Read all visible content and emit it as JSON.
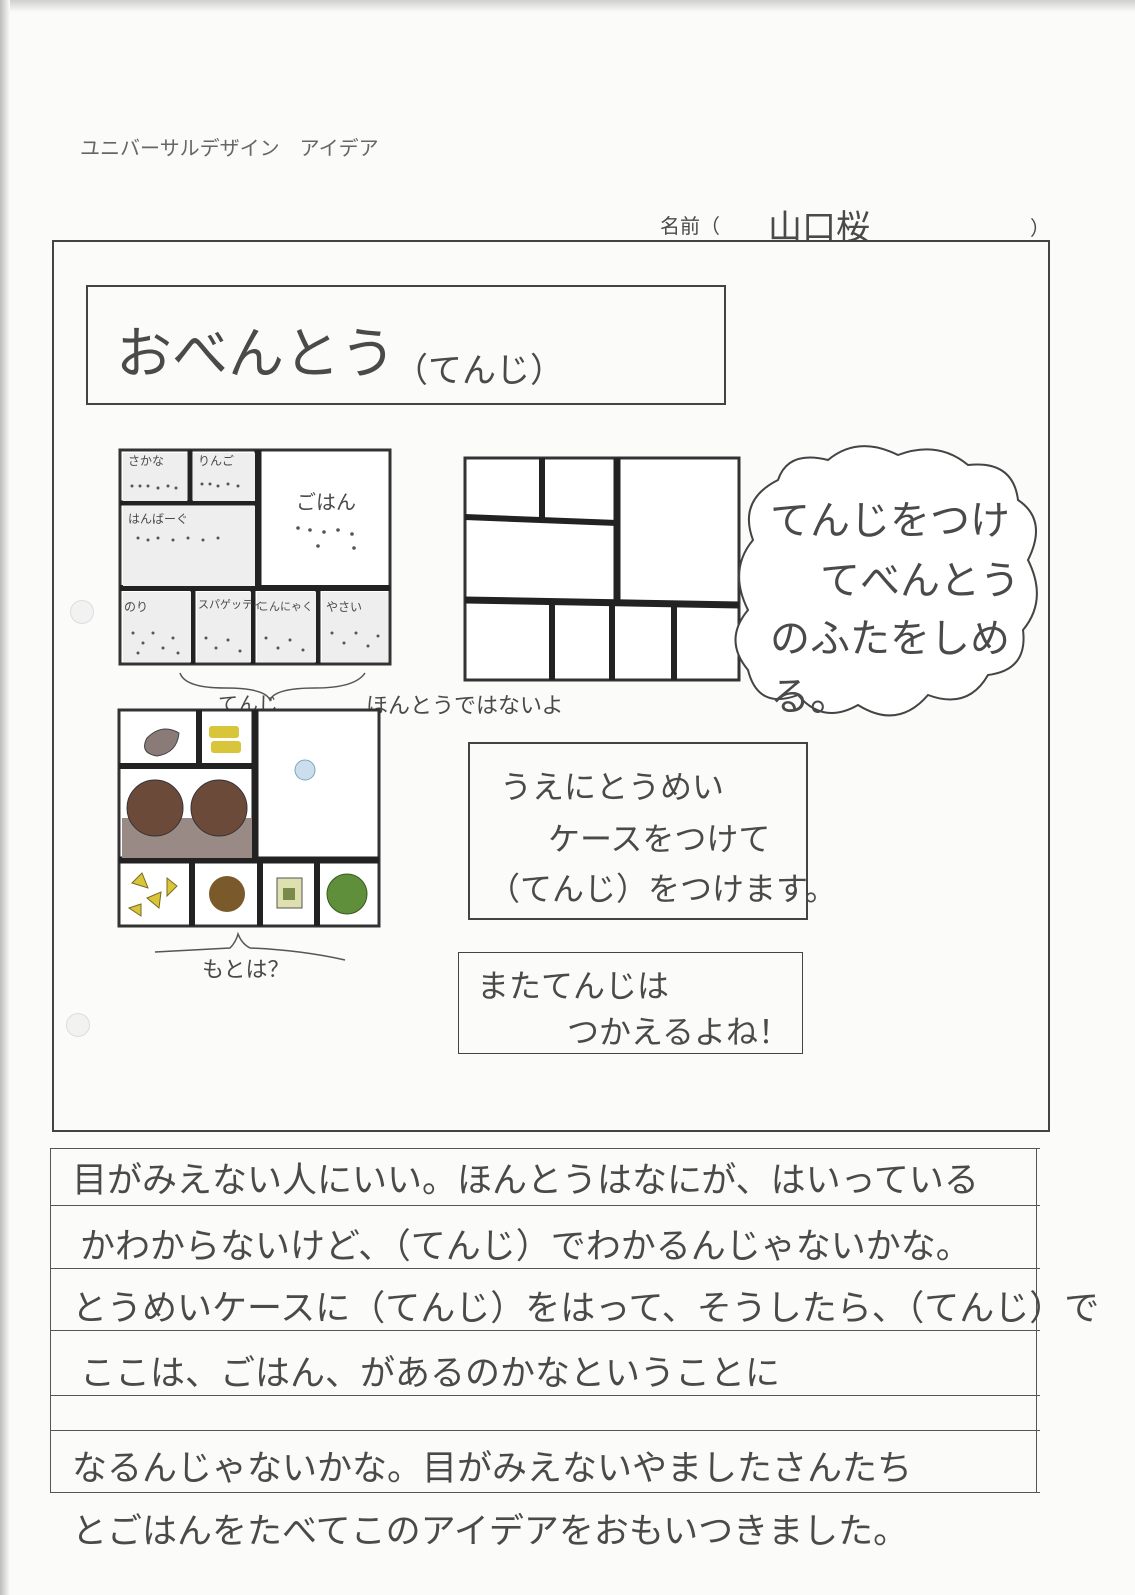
{
  "header": {
    "worksheet_title": "ユニバーサルデザイン　アイデア",
    "name_label": "名前（",
    "name_value": "山口桜",
    "name_close": "）"
  },
  "idea": {
    "title": "おべんとう",
    "title_sub": "（てんじ）"
  },
  "bento_braille": {
    "cells": [
      "さかな",
      "りんご",
      "ごはん",
      "はんばーぐ",
      "のり",
      "スパゲッティ",
      "こんにゃく",
      "やさい"
    ]
  },
  "annotations": {
    "tenji_label": "てんじ",
    "real_label": "ほんとうではないよ",
    "original_label": "もとは？"
  },
  "speech_bubble": {
    "text_lines": [
      "てんじをつけ",
      "てべんとう",
      "のふたをしめ",
      "る。"
    ]
  },
  "note_box_1": {
    "lines": [
      "うえにとうめい",
      "ケースをつけて",
      "（てんじ）をつけます。"
    ]
  },
  "note_box_2": {
    "lines": [
      "またてんじは",
      "つかえるよね！"
    ]
  },
  "explanation": {
    "lines": [
      "目がみえない人にいい。ほんとうはなにが、はいっている",
      "かわからないけど、（てんじ）でわかるんじゃないかな。",
      "とうめいケースに（てんじ）をはって、そうしたら、（てんじ）で",
      "ここは、ごはん、があるのかなということに",
      "なるんじゃないかな。目がみえないやましたさんたち",
      "とごはんをたべてこのアイデアをおもいつきました。"
    ]
  },
  "colors": {
    "pencil": "#4a4a4a",
    "food_brown": "#6b4a3a",
    "food_yellow": "#d8c53a",
    "food_green": "#5f8f3a"
  }
}
